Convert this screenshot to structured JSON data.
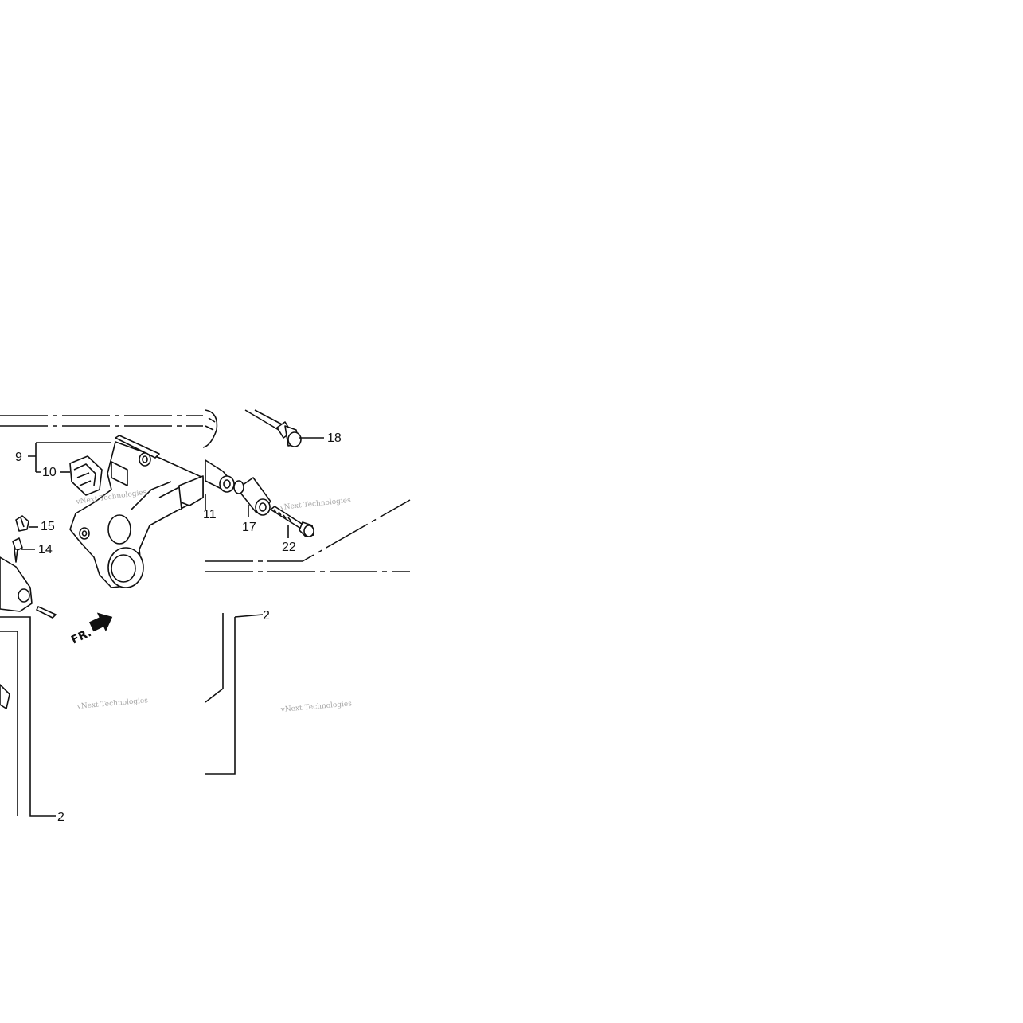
{
  "callouts": {
    "c9": "9",
    "c10": "10",
    "c11": "11",
    "c14": "14",
    "c15": "15",
    "c17": "17",
    "c18": "18",
    "c22": "22",
    "c2_bottom": "2",
    "c2_right": "2"
  },
  "direction_marker": "FR.",
  "watermark": "vNext Technologies"
}
